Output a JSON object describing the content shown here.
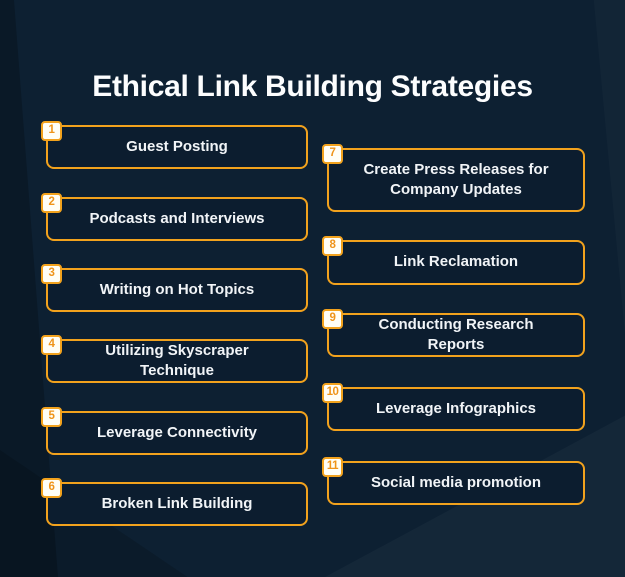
{
  "title": "Ethical Link Building Strategies",
  "items": [
    {
      "number": "1",
      "label": "Guest Posting"
    },
    {
      "number": "2",
      "label": "Podcasts and Interviews"
    },
    {
      "number": "3",
      "label": "Writing on Hot Topics"
    },
    {
      "number": "4",
      "label": "Utilizing Skyscraper Technique"
    },
    {
      "number": "5",
      "label": "Leverage Connectivity"
    },
    {
      "number": "6",
      "label": "Broken Link Building"
    },
    {
      "number": "7",
      "label": "Create Press Releases for Company Updates"
    },
    {
      "number": "8",
      "label": "Link Reclamation"
    },
    {
      "number": "9",
      "label": "Conducting Research Reports"
    },
    {
      "number": "10",
      "label": "Leverage Infographics"
    },
    {
      "number": "11",
      "label": "Social media promotion"
    }
  ],
  "colors": {
    "background": "#0D2032",
    "box_fill": "#0C1D2F",
    "accent_orange": "#F2A21D",
    "badge_fill": "#FFFEF6",
    "badge_number": "#EF941A",
    "label_text": "#F1F4F7",
    "title_text": "#FCFDFE"
  }
}
